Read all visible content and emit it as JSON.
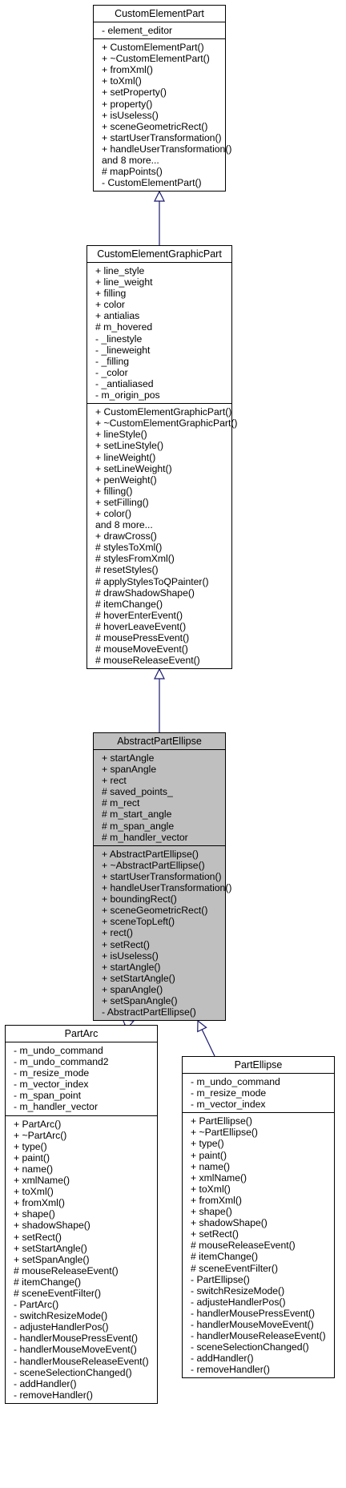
{
  "classes": [
    {
      "name": "CustomElementPart",
      "attributes": [
        "- element_editor"
      ],
      "methods": [
        "+ CustomElementPart()",
        "+ ~CustomElementPart()",
        "+ fromXml()",
        "+ toXml()",
        "+ setProperty()",
        "+ property()",
        "+ isUseless()",
        "+ sceneGeometricRect()",
        "+ startUserTransformation()",
        "+ handleUserTransformation()",
        "and 8 more...",
        "# mapPoints()",
        "- CustomElementPart()"
      ]
    },
    {
      "name": "CustomElementGraphicPart",
      "attributes": [
        "+ line_style",
        "+ line_weight",
        "+ filling",
        "+ color",
        "+ antialias",
        "# m_hovered",
        "- _linestyle",
        "- _lineweight",
        "- _filling",
        "- _color",
        "- _antialiased",
        "- m_origin_pos"
      ],
      "methods": [
        "+ CustomElementGraphicPart()",
        "+ ~CustomElementGraphicPart()",
        "+ lineStyle()",
        "+ setLineStyle()",
        "+ lineWeight()",
        "+ setLineWeight()",
        "+ penWeight()",
        "+ filling()",
        "+ setFilling()",
        "+ color()",
        "and 8 more...",
        "+ drawCross()",
        "# stylesToXml()",
        "# stylesFromXml()",
        "# resetStyles()",
        "# applyStylesToQPainter()",
        "# drawShadowShape()",
        "# itemChange()",
        "# hoverEnterEvent()",
        "# hoverLeaveEvent()",
        "# mousePressEvent()",
        "# mouseMoveEvent()",
        "# mouseReleaseEvent()"
      ]
    },
    {
      "name": "AbstractPartEllipse",
      "attributes": [
        "+ startAngle",
        "+ spanAngle",
        "+ rect",
        "# saved_points_",
        "# m_rect",
        "# m_start_angle",
        "# m_span_angle",
        "# m_handler_vector"
      ],
      "methods": [
        "+ AbstractPartEllipse()",
        "+ ~AbstractPartEllipse()",
        "+ startUserTransformation()",
        "+ handleUserTransformation()",
        "+ boundingRect()",
        "+ sceneGeometricRect()",
        "+ sceneTopLeft()",
        "+ rect()",
        "+ setRect()",
        "+ isUseless()",
        "+ startAngle()",
        "+ setStartAngle()",
        "+ spanAngle()",
        "+ setSpanAngle()",
        "- AbstractPartEllipse()"
      ]
    },
    {
      "name": "PartArc",
      "attributes": [
        "- m_undo_command",
        "- m_undo_command2",
        "- m_resize_mode",
        "- m_vector_index",
        "- m_span_point",
        "- m_handler_vector"
      ],
      "methods": [
        "+ PartArc()",
        "+ ~PartArc()",
        "+ type()",
        "+ paint()",
        "+ name()",
        "+ xmlName()",
        "+ toXml()",
        "+ fromXml()",
        "+ shape()",
        "+ shadowShape()",
        "+ setRect()",
        "+ setStartAngle()",
        "+ setSpanAngle()",
        "# mouseReleaseEvent()",
        "# itemChange()",
        "# sceneEventFilter()",
        "- PartArc()",
        "- switchResizeMode()",
        "- adjusteHandlerPos()",
        "- handlerMousePressEvent()",
        "- handlerMouseMoveEvent()",
        "- handlerMouseReleaseEvent()",
        "- sceneSelectionChanged()",
        "- addHandler()",
        "- removeHandler()"
      ]
    },
    {
      "name": "PartEllipse",
      "attributes": [
        "- m_undo_command",
        "- m_resize_mode",
        "- m_vector_index"
      ],
      "methods": [
        "+ PartEllipse()",
        "+ ~PartEllipse()",
        "+ type()",
        "+ paint()",
        "+ name()",
        "+ xmlName()",
        "+ toXml()",
        "+ fromXml()",
        "+ shape()",
        "+ shadowShape()",
        "+ setRect()",
        "# mouseReleaseEvent()",
        "# itemChange()",
        "# sceneEventFilter()",
        "- PartEllipse()",
        "- switchResizeMode()",
        "- adjusteHandlerPos()",
        "- handlerMousePressEvent()",
        "- handlerMouseMoveEvent()",
        "- handlerMouseReleaseEvent()",
        "- sceneSelectionChanged()",
        "- addHandler()",
        "- removeHandler()"
      ]
    }
  ],
  "colors": {
    "edge": "#191970",
    "highlight": "#bfbfbf",
    "border": "#000000"
  }
}
